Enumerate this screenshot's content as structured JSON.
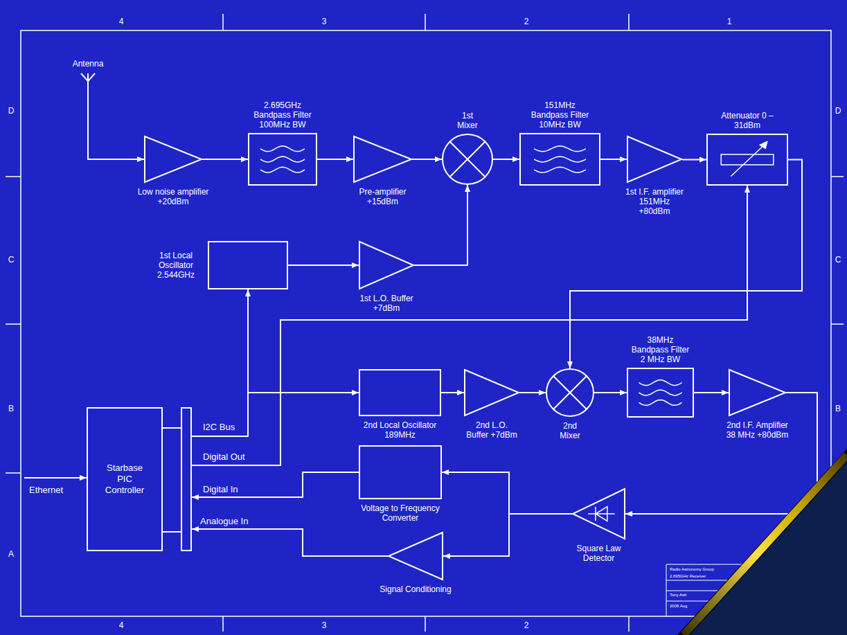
{
  "diagram": {
    "nodes": [
      {
        "text": [
          "Antenna"
        ]
      },
      {
        "text": [
          "Low noise amplifier +20dBm"
        ]
      },
      {
        "text": [
          "2.695GHz Bandpass Filter 100MHz BW"
        ]
      },
      {
        "text": [
          "Pre-amplifier +15dBm"
        ]
      },
      {
        "text": [
          "1st Mixer"
        ]
      },
      {
        "text": [
          "151MHz Bandpass Filter 10MHz BW"
        ]
      },
      {
        "text": [
          "1st I.F. amplifier 151MHz +80dBm"
        ]
      },
      {
        "text": [
          "Attenuator 0 – 31dBm"
        ]
      },
      {
        "text": [
          "1st Local Oscillator 2.544GHz"
        ]
      },
      {
        "text": [
          "1st L.O. Buffer +7dBm"
        ]
      },
      {
        "text": [
          "2nd Local Oscillator 189MHz"
        ]
      },
      {
        "text": [
          "2nd L.O. Buffer +7dBm"
        ]
      },
      {
        "text": [
          "2nd Mixer"
        ]
      },
      {
        "text": [
          "38MHz Bandpass Filter 2 MHz BW"
        ]
      },
      {
        "text": [
          "2nd I.F. Amplifier 38 MHz +80dBm"
        ]
      },
      {
        "text": [
          "Starbase PIC Controller"
        ]
      },
      {
        "text": [
          "Voltage to Frequency Converter"
        ]
      },
      {
        "text": [
          "Square Law Detector"
        ]
      },
      {
        "text": [
          "Signal Conditioning"
        ]
      }
    ],
    "edges": [
      {
        "from": 0,
        "to": 1,
        "arrow": "to"
      },
      {
        "from": 1,
        "to": 2,
        "arrow": "to"
      },
      {
        "from": 2,
        "to": 3,
        "arrow": "to"
      },
      {
        "from": 3,
        "to": 4,
        "arrow": "to"
      },
      {
        "from": 4,
        "to": 5,
        "arrow": "to"
      },
      {
        "from": 5,
        "to": 6,
        "arrow": "to"
      },
      {
        "from": 6,
        "to": 7,
        "arrow": "to"
      },
      {
        "from": 8,
        "to": 9,
        "arrow": "to"
      },
      {
        "from": 9,
        "to": 4,
        "arrow": "to"
      },
      {
        "from": 7,
        "to": 12,
        "arrow": "to"
      },
      {
        "from": 10,
        "to": 11,
        "arrow": "to"
      },
      {
        "from": 11,
        "to": 12,
        "arrow": "to"
      },
      {
        "from": 12,
        "to": 13,
        "arrow": "to"
      },
      {
        "from": 13,
        "to": 14,
        "arrow": "to"
      },
      {
        "from": 14,
        "to": 17,
        "arrow": "to"
      },
      {
        "from": 17,
        "to": 16,
        "arrow": "to"
      },
      {
        "from": 17,
        "to": 18,
        "arrow": "to"
      },
      {
        "from": 16,
        "to": 15,
        "label": "Digital In",
        "arrow": "to"
      },
      {
        "from": 18,
        "to": 15,
        "label": "Analogue In",
        "arrow": "to"
      },
      {
        "from": 15,
        "to": 8,
        "label": "I2C Bus",
        "arrow": "to"
      },
      {
        "from": 15,
        "to": 10,
        "arrow": "to"
      },
      {
        "from": 15,
        "to": 7,
        "label": "Digital Out",
        "arrow": "to"
      }
    ],
    "labels": [
      "4",
      "3",
      "2",
      "1",
      "4",
      "3",
      "2",
      "D",
      "C",
      "B",
      "A",
      "D",
      "C",
      "B",
      "Ethernet",
      "Radio Astronomy Group",
      "2.695GHz Receiver",
      "Tony Ash",
      "2006 Aug"
    ]
  }
}
